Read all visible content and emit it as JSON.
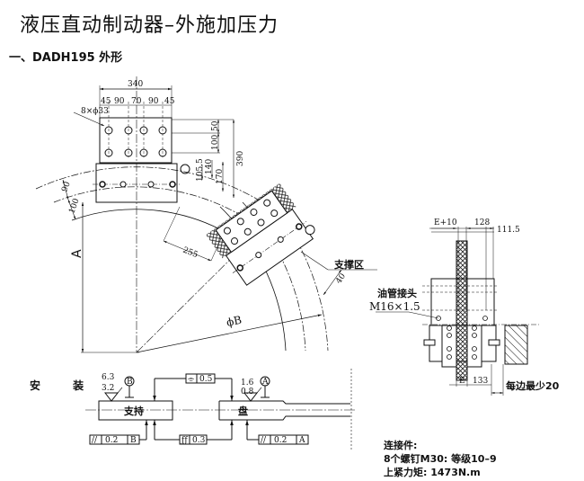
{
  "title": "液压直动制动器–外施加压力",
  "section_heading": "一、DADH195 外形",
  "main_view": {
    "bolt_holes_label": "8×ϕ33",
    "top_width": "340",
    "top_spacings": [
      "45",
      "90",
      "70",
      "90",
      "45"
    ],
    "right_dims": [
      "50",
      "100",
      "105.5",
      "140",
      "170",
      "390"
    ],
    "left_dims": [
      "90",
      "100"
    ],
    "radial_dim": "255",
    "height_label": "A",
    "diameter_label": "ϕB",
    "support_area_label": "支撑区",
    "offset_dim": "40"
  },
  "side_view": {
    "top_dims": [
      "E+10",
      "128",
      "111.5"
    ],
    "bottom_dims": [
      "E",
      "133"
    ],
    "oil_port_label": "油管接头",
    "oil_port_thread": "M16×1.5",
    "min_clearance_label": "每边最少20"
  },
  "installation": {
    "label": "安 装",
    "support_label": "支持",
    "disc_label": "盘",
    "roughness_b": [
      "6.3",
      "3.2"
    ],
    "datum_b": "B",
    "roughness_a": [
      "1.6",
      "0.8"
    ],
    "datum_a": "A",
    "symmetry_tol": "0.5",
    "flatness_tol": "0.3",
    "parallel_b_tol": "0.2",
    "parallel_b_ref": "B",
    "parallel_a_tol": "0.2",
    "parallel_a_ref": "A",
    "symmetry_symbol": "⌯",
    "parallel_symbol": "//",
    "flatness_symbol": "ƒƒ"
  },
  "notes": {
    "heading": "连接件:",
    "line1": "8个螺钉M30: 等级10–9",
    "line2": "上紧力矩: 1473N.m"
  }
}
